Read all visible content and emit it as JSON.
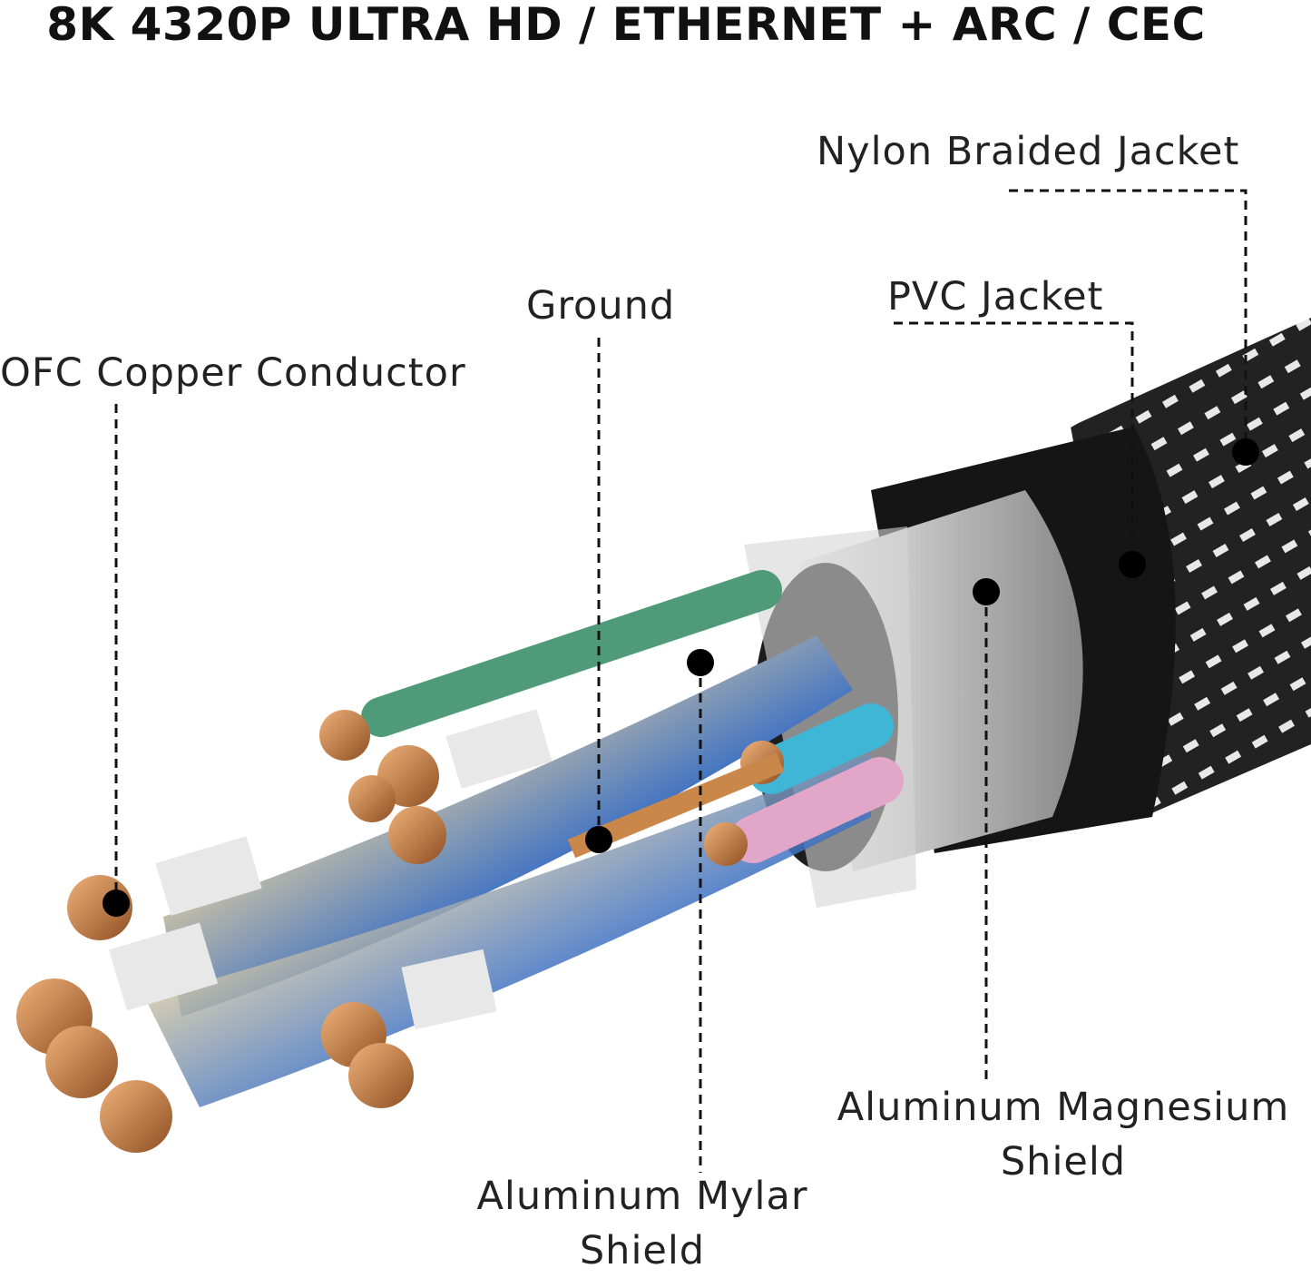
{
  "title": "8K 4320P ULTRA HD / ETHERNET + ARC / CEC",
  "labels": {
    "nylon": "Nylon Braided Jacket",
    "pvc": "PVC Jacket",
    "ground": "Ground",
    "ofc": "OFC Copper Conductor",
    "mylar_line1": "Aluminum Mylar",
    "mylar_line2": "Shield",
    "magnesium_line1": "Aluminum Magnesium",
    "magnesium_line2": "Shield"
  },
  "colors": {
    "copper": "#c9874a",
    "green": "#4f9a78",
    "cyan": "#3fb6d6",
    "pink": "#e2a6c8",
    "black": "#141414",
    "silver": "#c9c9c9"
  }
}
